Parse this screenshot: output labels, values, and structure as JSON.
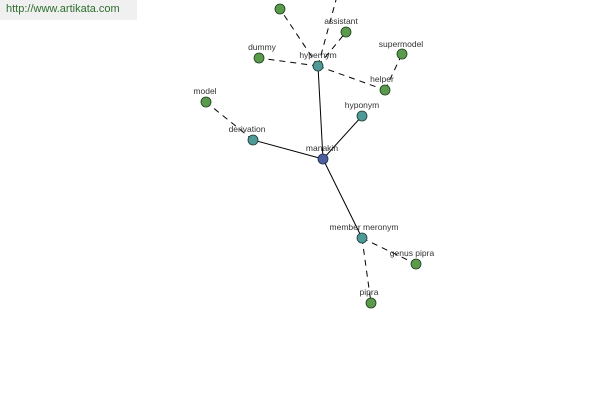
{
  "watermark": "http://www.artikata.com",
  "colors": {
    "center": "#4d5f9e",
    "relation": "#4f9a96",
    "term": "#5a9a4b",
    "edge": "#000000"
  },
  "graph": {
    "center": "manakin",
    "relations": {
      "hypernym": "hypernym",
      "hyponym": "hyponym",
      "derivation": "derivation",
      "member_meronym": "member meronym"
    },
    "terms": {
      "dummy": "dummy",
      "assistant": "assistant",
      "supermodel": "supermodel",
      "helper": "helper",
      "top": "",
      "model": "model",
      "genus_pipra": "genus pipra",
      "pipra": "pipra"
    }
  }
}
